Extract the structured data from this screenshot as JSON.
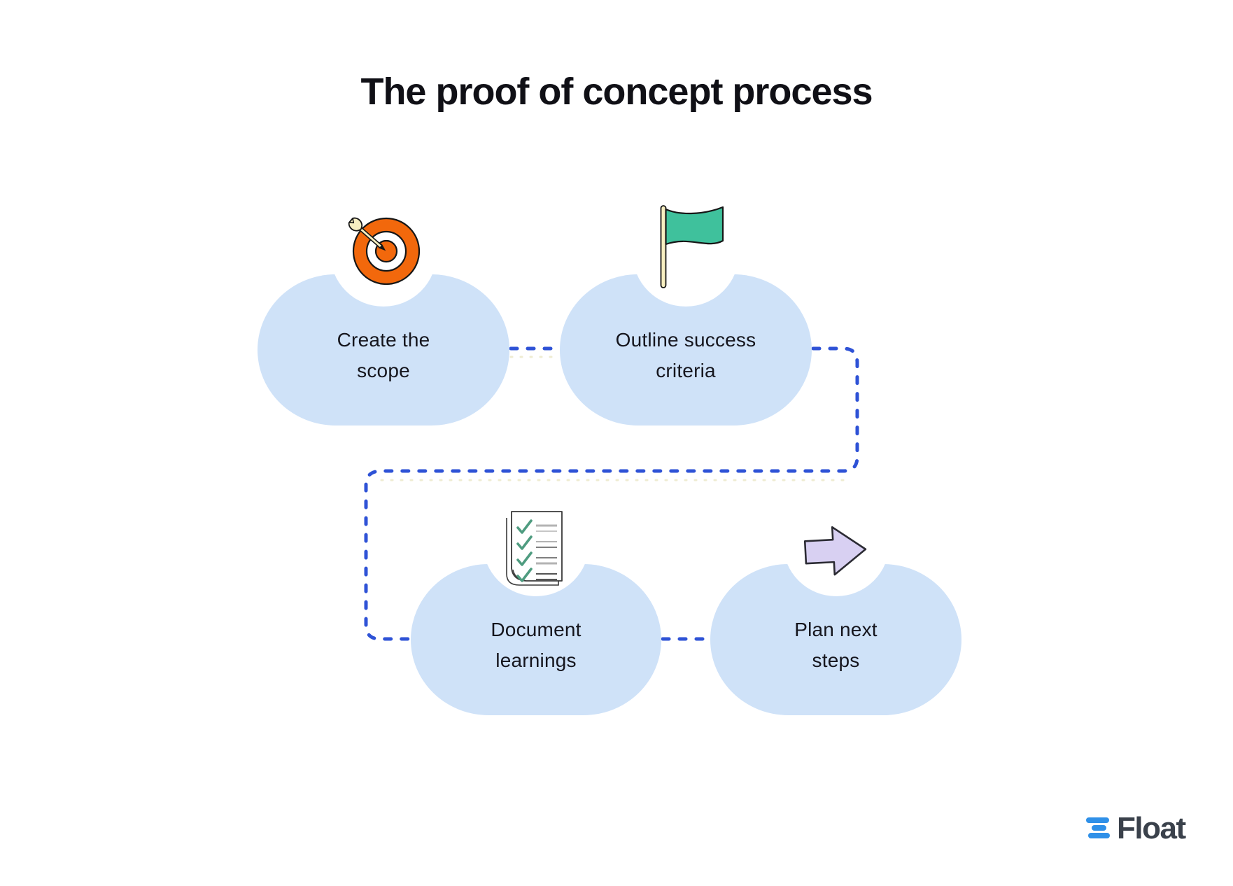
{
  "title": "The proof of concept process",
  "steps": [
    {
      "icon": "target-icon",
      "line1": "Create the",
      "line2": "scope"
    },
    {
      "icon": "flag-icon",
      "line1": "Outline success",
      "line2": "criteria"
    },
    {
      "icon": "checklist-icon",
      "line1": "Document",
      "line2": "learnings"
    },
    {
      "icon": "arrow-icon",
      "line1": "Plan next",
      "line2": "steps"
    }
  ],
  "logo": {
    "text": "Float"
  },
  "colors": {
    "bubble_fill": "#cfe2f8",
    "connector_blue": "#2e52d6",
    "connector_ghost_yellow": "#efecd2",
    "target_orange": "#f2680c",
    "flag_teal": "#3fc19c",
    "pole_cream": "#f7efc1",
    "check_green": "#4f9c80",
    "arrow_lavender": "#d8d0f2",
    "logo_blue": "#2f90e8",
    "logo_text": "#3a414b",
    "text_dark": "#15151d"
  }
}
